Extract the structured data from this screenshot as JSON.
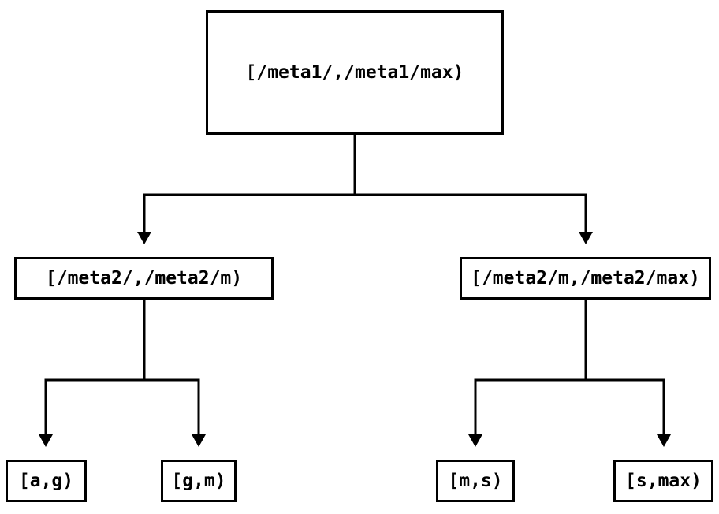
{
  "diagram": {
    "type": "tree",
    "background_color": "#ffffff",
    "line_color": "#000000",
    "text_color": "#000000",
    "nodes": {
      "root": {
        "label": "[/meta1/,/meta1/max)"
      },
      "meta2_lower": {
        "label": "[/meta2/,/meta2/m)"
      },
      "meta2_upper": {
        "label": "[/meta2/m,/meta2/max)"
      },
      "leaf_a_g": {
        "label": "[a,g)"
      },
      "leaf_g_m": {
        "label": "[g,m)"
      },
      "leaf_m_s": {
        "label": "[m,s)"
      },
      "leaf_s_max": {
        "label": "[s,max)"
      }
    },
    "edges": [
      {
        "from": "root",
        "to": "meta2_lower"
      },
      {
        "from": "root",
        "to": "meta2_upper"
      },
      {
        "from": "meta2_lower",
        "to": "leaf_a_g"
      },
      {
        "from": "meta2_lower",
        "to": "leaf_g_m"
      },
      {
        "from": "meta2_upper",
        "to": "leaf_m_s"
      },
      {
        "from": "meta2_upper",
        "to": "leaf_s_max"
      }
    ]
  }
}
